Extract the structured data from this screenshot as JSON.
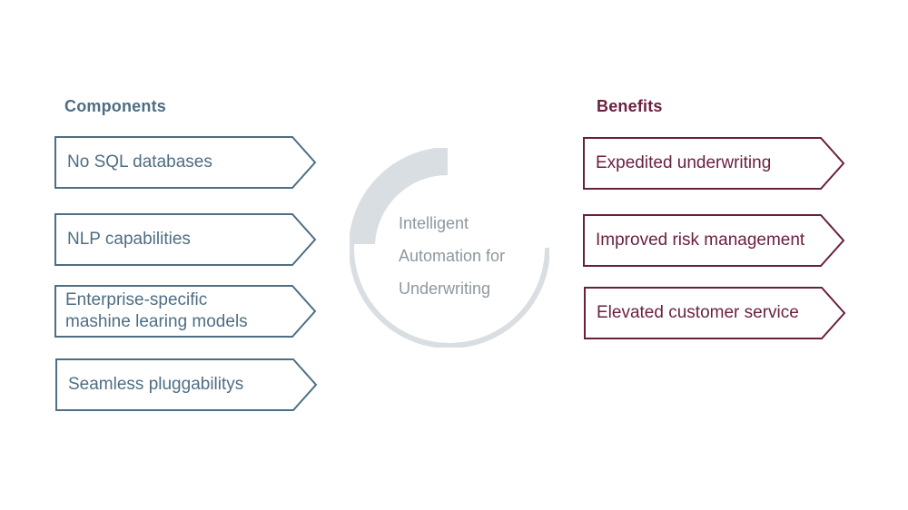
{
  "components": {
    "title": "Components",
    "items": [
      {
        "label": "No SQL databases"
      },
      {
        "label": "NLP capabilities"
      },
      {
        "label_line1": "Enterprise-specific",
        "label_line2": "mashine learing models"
      },
      {
        "label": "Seamless pluggabilitys"
      }
    ]
  },
  "center": {
    "line1": "Intelligent",
    "line2": "Automation for",
    "line3": "Underwriting"
  },
  "benefits": {
    "title": "Benefits",
    "items": [
      {
        "label": "Expedited underwriting"
      },
      {
        "label": "Improved risk management"
      },
      {
        "label": "Elevated customer service"
      }
    ]
  },
  "colors": {
    "components": "#4e6e83",
    "benefits": "#6a1f40",
    "ring": "#d9dee3",
    "center_text": "#8e979f"
  }
}
